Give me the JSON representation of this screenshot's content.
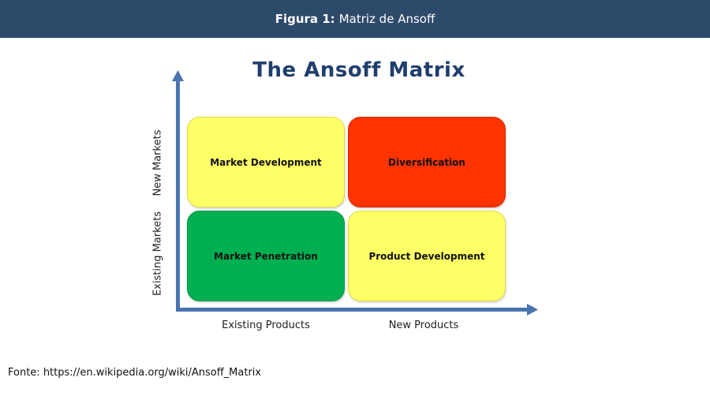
{
  "header": {
    "figure_label": "Figura 1:",
    "figure_title": "Matriz de Ansoff"
  },
  "diagram": {
    "title": "The Ansoff Matrix",
    "quadrants": {
      "market_development": "Market Development",
      "diversification": "Diversification",
      "market_penetration": "Market Penetration",
      "product_development": "Product Development"
    },
    "y_axis": {
      "top_label": "New Markets",
      "bottom_label": "Existing Markets"
    },
    "x_axis": {
      "left_label": "Existing Products",
      "right_label": "New Products"
    },
    "colors": {
      "header_bg": "#2e4a6b",
      "title": "#1f3e6d",
      "axis": "#4a74b0",
      "yellow": "#ffff66",
      "red": "#ff3300",
      "green": "#00b050"
    }
  },
  "footer": {
    "source": "Fonte: https://en.wikipedia.org/wiki/Ansoff_Matrix"
  }
}
